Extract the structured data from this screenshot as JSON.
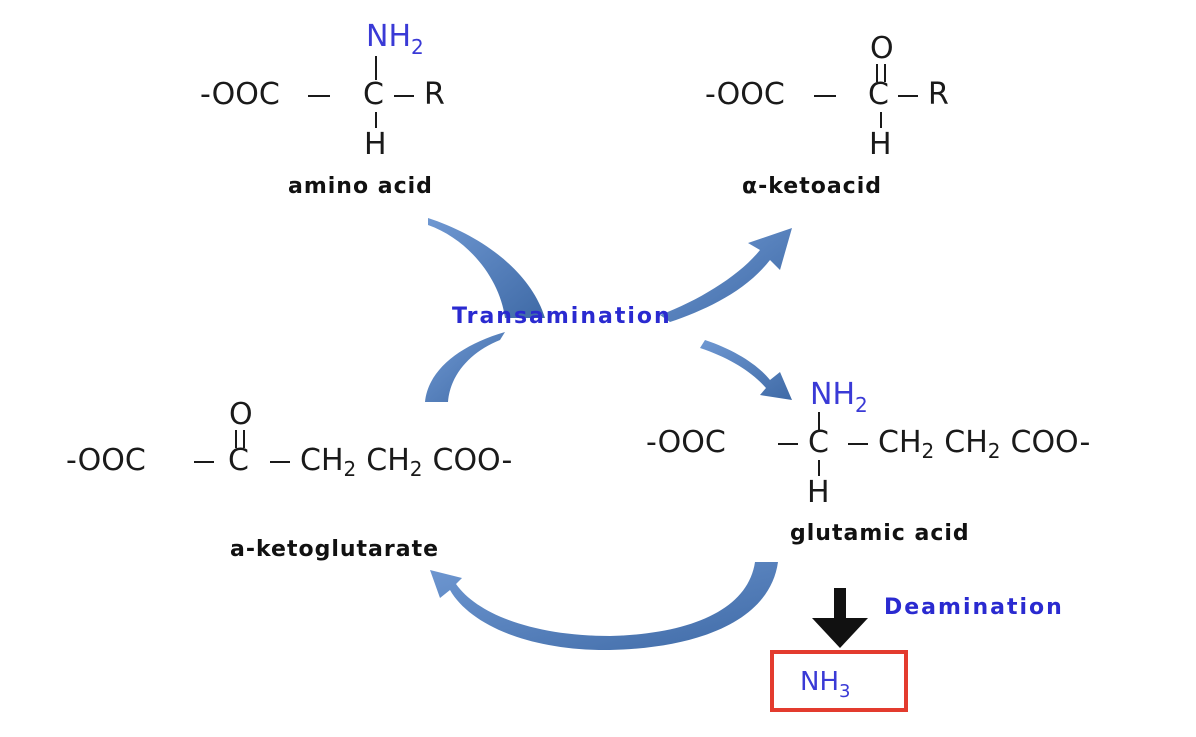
{
  "colors": {
    "arrow_fill": "#5b86c4",
    "arrow_dark": "#3f6aa6",
    "text_blue": "#3a3ad6",
    "box_red": "#e33b2e",
    "black": "#111111"
  },
  "molecules": {
    "amino_acid": {
      "top_group": "NH",
      "top_sub": "2",
      "left": "-OOC",
      "center": "C",
      "right": "R",
      "bottom": "H",
      "name": "amino acid"
    },
    "keto_acid": {
      "top_group": "O",
      "left": "-OOC",
      "center": "C",
      "right": "R",
      "bottom": "H",
      "name": "α-ketoacid"
    },
    "keto_glutarate": {
      "top_group": "O",
      "left": "-OOC",
      "center": "C",
      "chain_1": "CH",
      "chain_1_sub": "2",
      "chain_2": "CH",
      "chain_2_sub": "2",
      "chain_end": "COO-",
      "name": "a-ketoglutarate"
    },
    "glutamic_acid": {
      "top_group": "NH",
      "top_sub": "2",
      "left": "-OOC",
      "center": "C",
      "chain_1": "CH",
      "chain_1_sub": "2",
      "chain_2": "CH",
      "chain_2_sub": "2",
      "chain_end": "COO-",
      "bottom": "H",
      "name": "glutamic acid"
    }
  },
  "processes": {
    "transamination": "Transamination",
    "deamination": "Deamination"
  },
  "product": {
    "label": "NH",
    "sub": "3"
  }
}
